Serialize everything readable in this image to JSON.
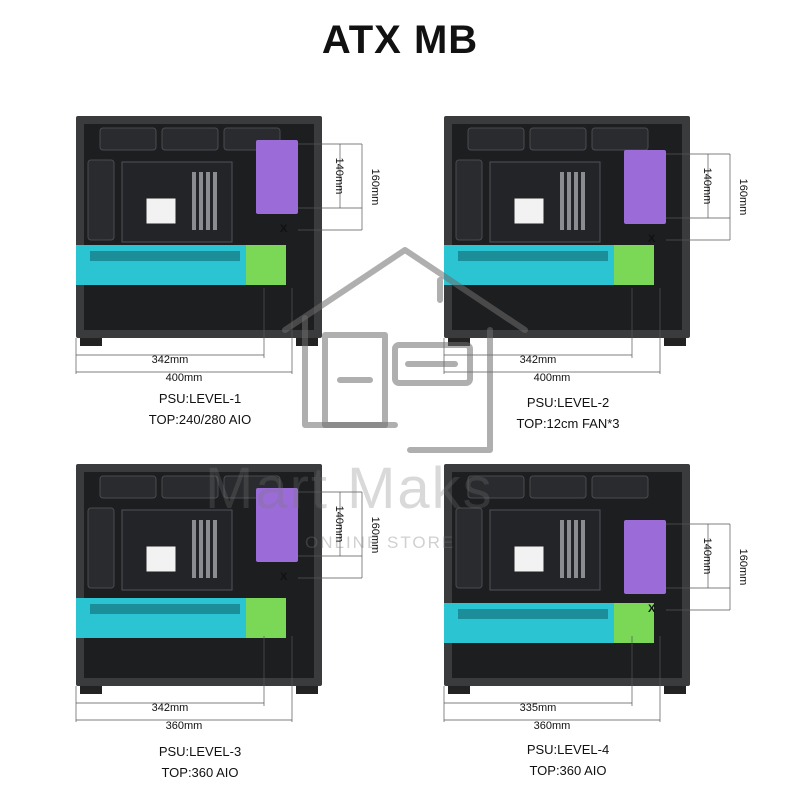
{
  "title": "ATX MB",
  "colors": {
    "case": "#3a3b3d",
    "case_dark": "#1d1e20",
    "psu": "#9b6cd8",
    "gpu_cyan": "#2bc4d3",
    "gpu_green": "#7bd857",
    "dimension_line": "#555555"
  },
  "panels": [
    {
      "psu_label": "PSU:LEVEL-1",
      "top_label": "TOP:240/280 AIO",
      "gpu_length": "342mm",
      "case_length": "400mm",
      "psu_short": "140mm",
      "psu_long": "160mm"
    },
    {
      "psu_label": "PSU:LEVEL-2",
      "top_label": "TOP:12cm FAN*3",
      "gpu_length": "342mm",
      "case_length": "400mm",
      "psu_short": "140mm",
      "psu_long": "160mm"
    },
    {
      "psu_label": "PSU:LEVEL-3",
      "top_label": "TOP:360 AIO",
      "gpu_length": "342mm",
      "case_length": "360mm",
      "psu_short": "140mm",
      "psu_long": "160mm"
    },
    {
      "psu_label": "PSU:LEVEL-4",
      "top_label": "TOP:360 AIO",
      "gpu_length": "335mm",
      "case_length": "360mm",
      "psu_short": "140mm",
      "psu_long": "160mm"
    }
  ],
  "watermark": {
    "brand": "Mart Maks",
    "subtitle": "ONLINE STORE",
    "icon": "house-store-icon"
  }
}
